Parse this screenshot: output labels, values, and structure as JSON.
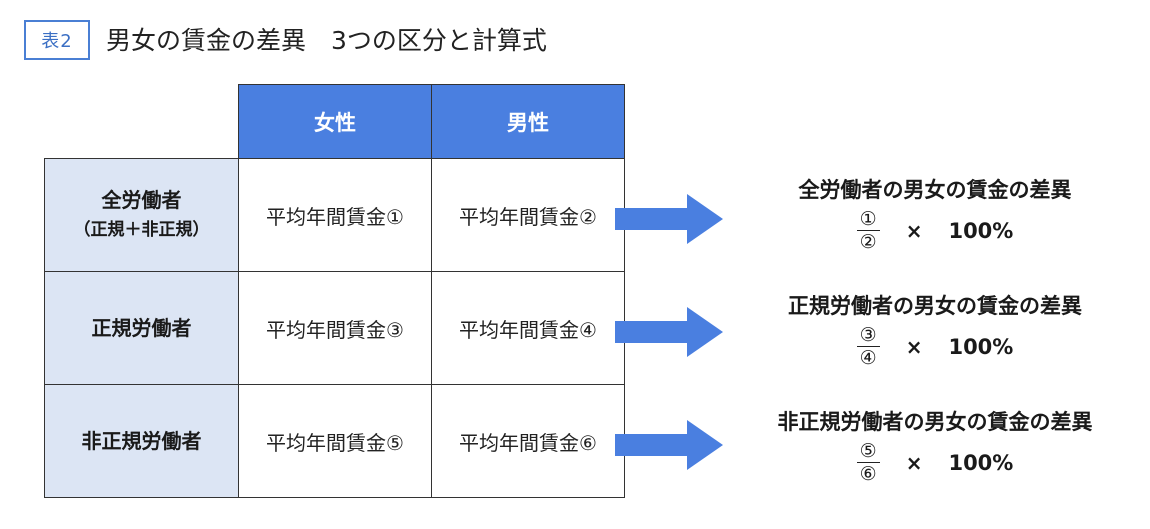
{
  "header": {
    "tag": "表2",
    "title": "男女の賃金の差異　3つの区分と計算式"
  },
  "table": {
    "columns": [
      "女性",
      "男性"
    ],
    "rows": [
      {
        "label": "全労働者",
        "sublabel": "（正規＋非正規）",
        "female": "平均年間賃金①",
        "male": "平均年間賃金②"
      },
      {
        "label": "正規労働者",
        "sublabel": "",
        "female": "平均年間賃金③",
        "male": "平均年間賃金④"
      },
      {
        "label": "非正規労働者",
        "sublabel": "",
        "female": "平均年間賃金⑤",
        "male": "平均年間賃金⑥"
      }
    ]
  },
  "formulas": [
    {
      "title": "全労働者の男女の賃金の差異",
      "numerator": "①",
      "denominator": "②",
      "times": "×",
      "factor": "100%"
    },
    {
      "title": "正規労働者の男女の賃金の差異",
      "numerator": "③",
      "denominator": "④",
      "times": "×",
      "factor": "100%"
    },
    {
      "title": "非正規労働者の男女の賃金の差異",
      "numerator": "⑤",
      "denominator": "⑥",
      "times": "×",
      "factor": "100%"
    }
  ],
  "colors": {
    "accent": "#4a7fe0",
    "row_header_bg": "#dce5f4",
    "tag_border": "#4a7fd4"
  },
  "icons": {
    "arrow": "right-arrow-icon"
  }
}
